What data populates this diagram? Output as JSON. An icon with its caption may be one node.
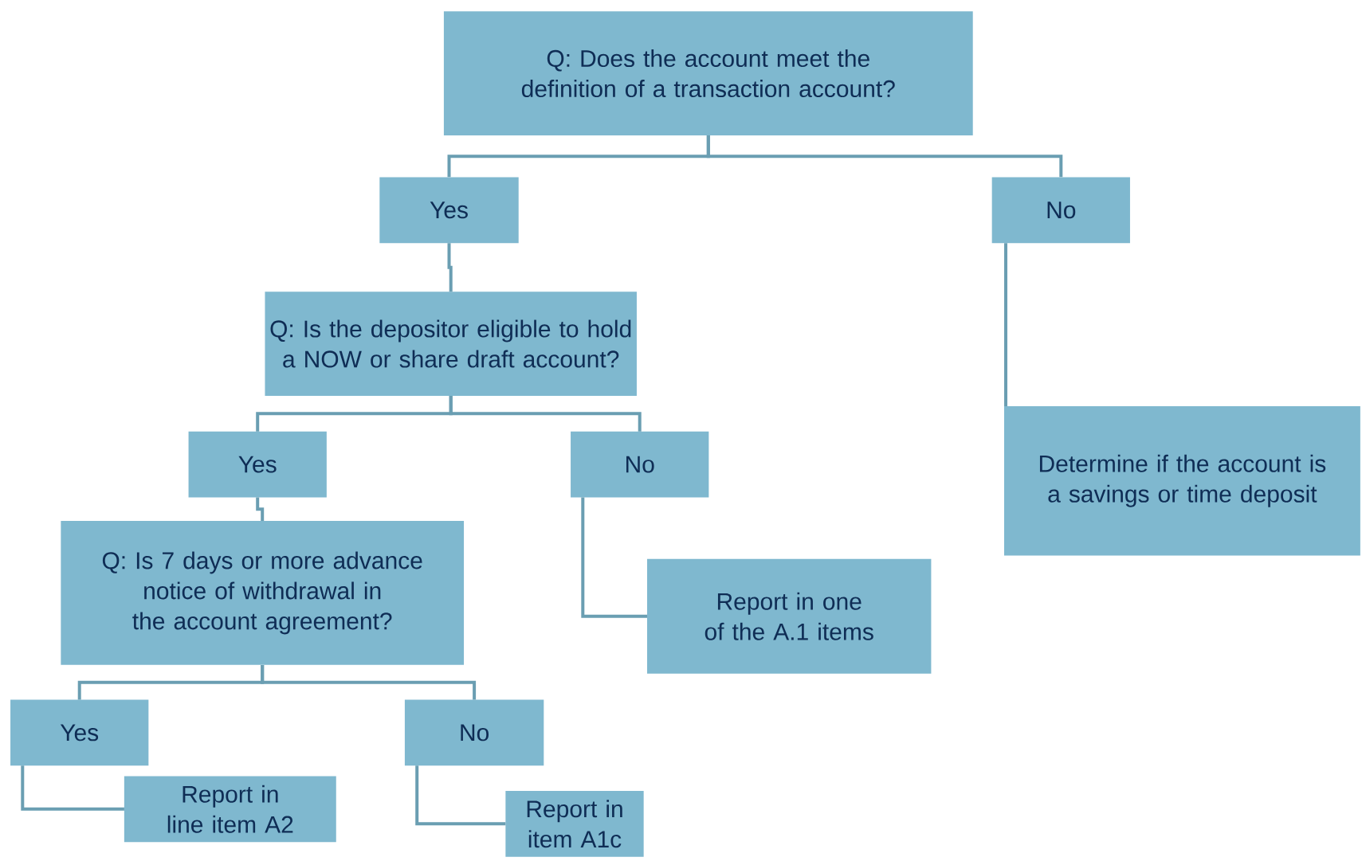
{
  "diagram": {
    "nodes": [
      {
        "text": [
          "Q: Does the account meet the definition of a transaction account?"
        ]
      },
      {
        "text": [
          "Yes"
        ]
      },
      {
        "text": [
          "No"
        ]
      },
      {
        "text": [
          "Q: Is the depositor eligible to hold a NOW or share draft account?"
        ]
      },
      {
        "text": [
          "Yes"
        ]
      },
      {
        "text": [
          "No"
        ]
      },
      {
        "text": [
          "Q: Is 7 days or more advance notice of withdrawal in the account agreement?"
        ]
      },
      {
        "text": [
          "Yes"
        ]
      },
      {
        "text": [
          "No"
        ]
      },
      {
        "text": [
          "Report in line item A2"
        ]
      },
      {
        "text": [
          "Report in item A1c"
        ]
      },
      {
        "text": [
          "Report in one of the A.1 items"
        ]
      },
      {
        "text": [
          "Determine if the account is a savings or time deposit"
        ]
      }
    ],
    "edges": [
      {
        "from": 0,
        "to": 1,
        "arrow": "none"
      },
      {
        "from": 0,
        "to": 2,
        "arrow": "none"
      },
      {
        "from": 1,
        "to": 3,
        "arrow": "none"
      },
      {
        "from": 3,
        "to": 4,
        "arrow": "none"
      },
      {
        "from": 3,
        "to": 5,
        "arrow": "none"
      },
      {
        "from": 4,
        "to": 6,
        "arrow": "none"
      },
      {
        "from": 6,
        "to": 7,
        "arrow": "none"
      },
      {
        "from": 6,
        "to": 8,
        "arrow": "none"
      },
      {
        "from": 7,
        "to": 9,
        "arrow": "none"
      },
      {
        "from": 8,
        "to": 10,
        "arrow": "none"
      },
      {
        "from": 5,
        "to": 11,
        "arrow": "none"
      },
      {
        "from": 2,
        "to": 12,
        "arrow": "none"
      }
    ]
  }
}
